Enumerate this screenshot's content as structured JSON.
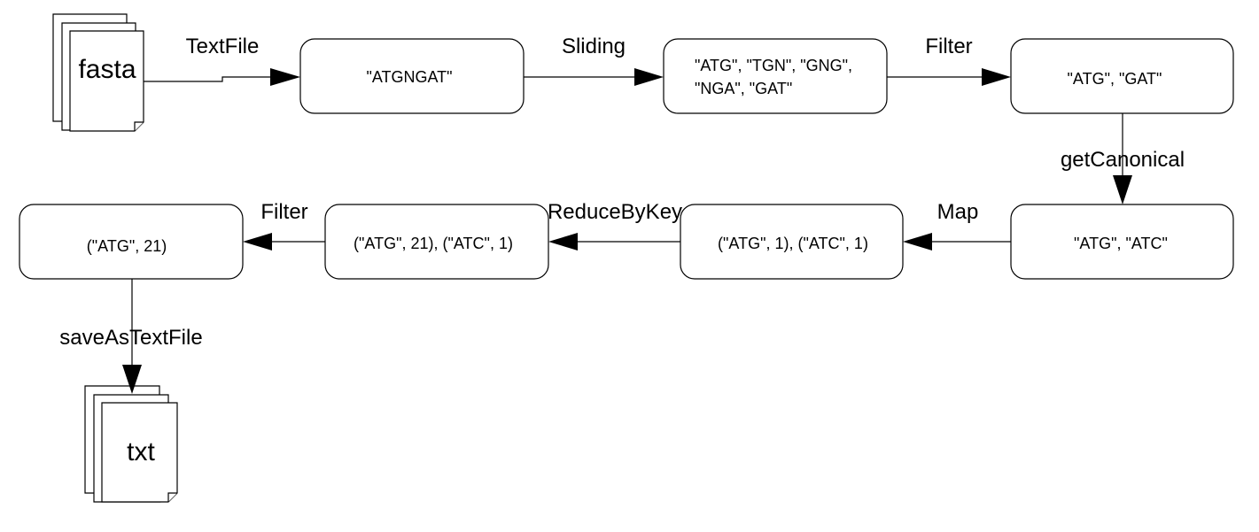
{
  "documents": {
    "input": "fasta",
    "output": "txt"
  },
  "nodes": {
    "read": "\"ATGNGAT\"",
    "kmers_line1": "\"ATG\", \"TGN\", \"GNG\",",
    "kmers_line2": "\"NGA\", \"GAT\"",
    "filtered": "\"ATG\", \"GAT\"",
    "canonical": "\"ATG\", \"ATC\"",
    "pairs": "(\"ATG\", 1), (\"ATC\", 1)",
    "reduced": "(\"ATG\", 21), (\"ATC\", 1)",
    "final": "(\"ATG\", 21)"
  },
  "edges": {
    "textfile": "TextFile",
    "sliding": "Sliding",
    "filter1": "Filter",
    "getcanonical": "getCanonical",
    "map": "Map",
    "reducebykey": "ReduceByKey",
    "filter2": "Filter",
    "saveastextfile": "saveAsTextFile"
  }
}
